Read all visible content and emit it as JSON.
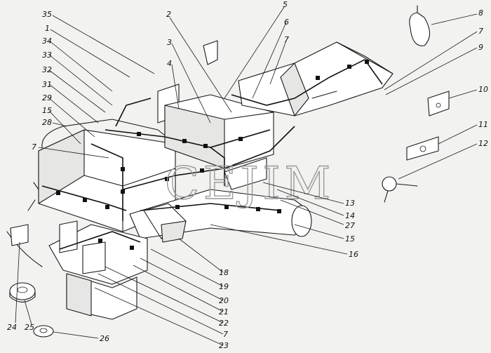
{
  "watermark": "CEJIM",
  "callouts": {
    "c1": "1",
    "c2": "2",
    "c3": "3",
    "c4": "4",
    "c5": "5",
    "c6": "6",
    "c7a": "7",
    "c7b": "7",
    "c7c": "7",
    "c7d": "7",
    "c8": "8",
    "c9": "9",
    "c10": "10",
    "c11": "11",
    "c12": "12",
    "c13": "13",
    "c14": "14",
    "c15a": "15",
    "c15b": "15",
    "c16": "16",
    "c18": "18",
    "c19": "19",
    "c20": "20",
    "c21": "21",
    "c22": "22",
    "c23": "23",
    "c24": "24",
    "c25": "25",
    "c26": "26",
    "c27": "27",
    "c28": "28",
    "c29": "29",
    "c31": "31",
    "c32": "32",
    "c33": "33",
    "c34": "34",
    "c35": "35"
  }
}
